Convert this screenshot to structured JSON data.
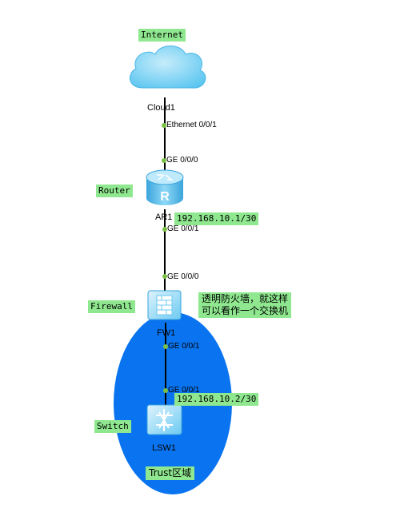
{
  "nodes": {
    "cloud": {
      "name": "Cloud1",
      "tag": "Internet"
    },
    "router": {
      "name": "AR1",
      "tag": "Router",
      "ip": "192.168.10.1/30"
    },
    "firewall": {
      "name": "FW1",
      "tag": "Firewall",
      "note": "透明防火墙，就这样\n可以看作一个交换机"
    },
    "switch": {
      "name": "LSW1",
      "tag": "Switch",
      "ip": "192.168.10.2/30"
    }
  },
  "zone": {
    "label": "Trust区域",
    "color": "#0a74f0"
  },
  "ports": {
    "cloud_down": "Ethernet 0/0/1",
    "router_up": "GE 0/0/0",
    "router_down": "GE 0/0/1",
    "fw_up": "GE 0/0/0",
    "fw_down": "GE 0/0/1",
    "sw_up": "GE 0/0/1"
  },
  "colors": {
    "label_bg": "#8fe88f",
    "link": "#000000",
    "port_dot": "#7ac143",
    "device": "#5bc4f0"
  }
}
